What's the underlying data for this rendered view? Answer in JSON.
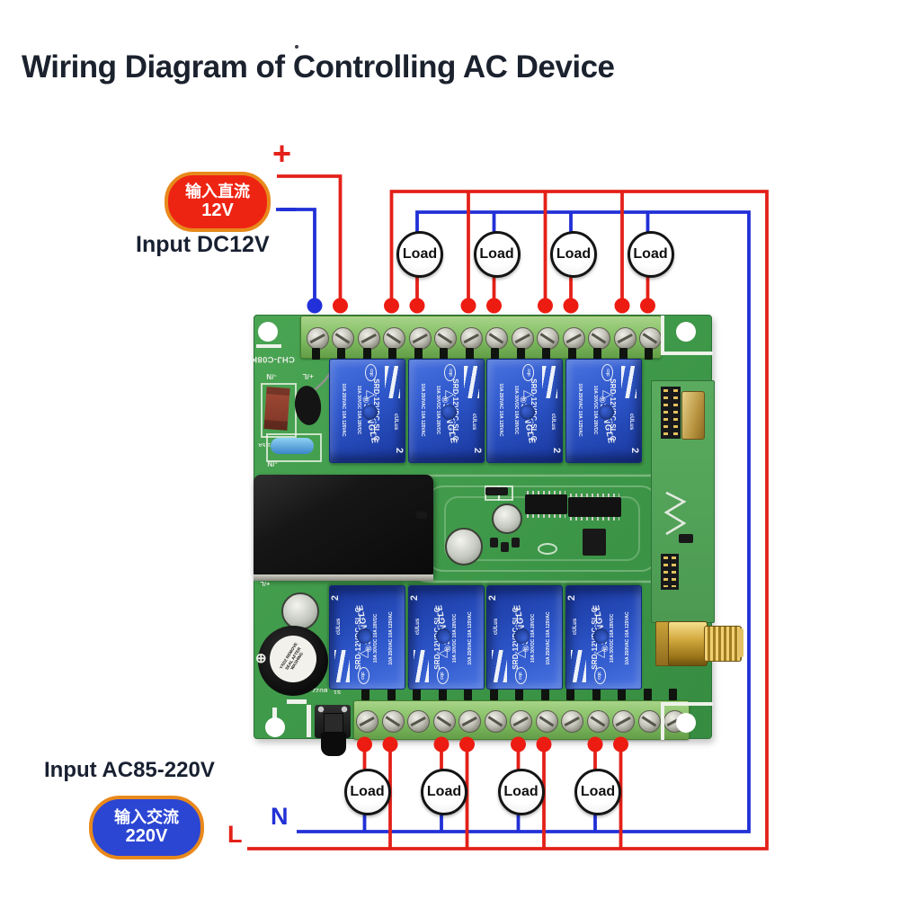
{
  "title": "Wiring Diagram of Controlling AC Device",
  "dc_input": {
    "badge_line1": "输入直流",
    "badge_line2": "12V",
    "label": "Input DC12V",
    "plus_symbol": "+",
    "minus_symbol": "−"
  },
  "ac_input": {
    "badge_line1": "输入交流",
    "badge_line2": "220V",
    "label": "Input AC85-220V",
    "neutral_symbol": "N",
    "live_symbol": "L"
  },
  "loads": {
    "top": [
      "Load",
      "Load",
      "Load",
      "Load"
    ],
    "bottom": [
      "Load",
      "Load",
      "Load",
      "Load"
    ]
  },
  "board": {
    "model_silk": "CHJ-C08K",
    "silk": {
      "neg_n_top": "-/N",
      "pos_l_top": "+/L",
      "fuse": "1.5A",
      "neg_n_mid": "-/N",
      "pos_l_bottom": "+/L",
      "buzzer_ref": "BUZZ",
      "switch_ref": "S1"
    },
    "relay": {
      "model": "SRD-12VDC-SL-C",
      "rating_ac": "10A 250VAC 10A 125VAC",
      "rating_dc": "10A 30VDC 10A 28VDC",
      "brand_text": "®SONGLE",
      "cert_cqc": "cqc",
      "cert_triangle": "△",
      "cert_ul": "cULus",
      "pole_number": "2"
    },
    "buzzer_label": "YXDZ REMOVE SEAL AFTER WASHING"
  },
  "colors": {
    "wire_red": "#e32119",
    "wire_blue": "#2130d6",
    "pcb_green": "#45a04f",
    "relay_blue": "#2c55c8",
    "badge_red": "#ee2413",
    "badge_blue": "#2c46d4",
    "badge_border_orange": "#e8891c",
    "label_navy": "#182031"
  }
}
